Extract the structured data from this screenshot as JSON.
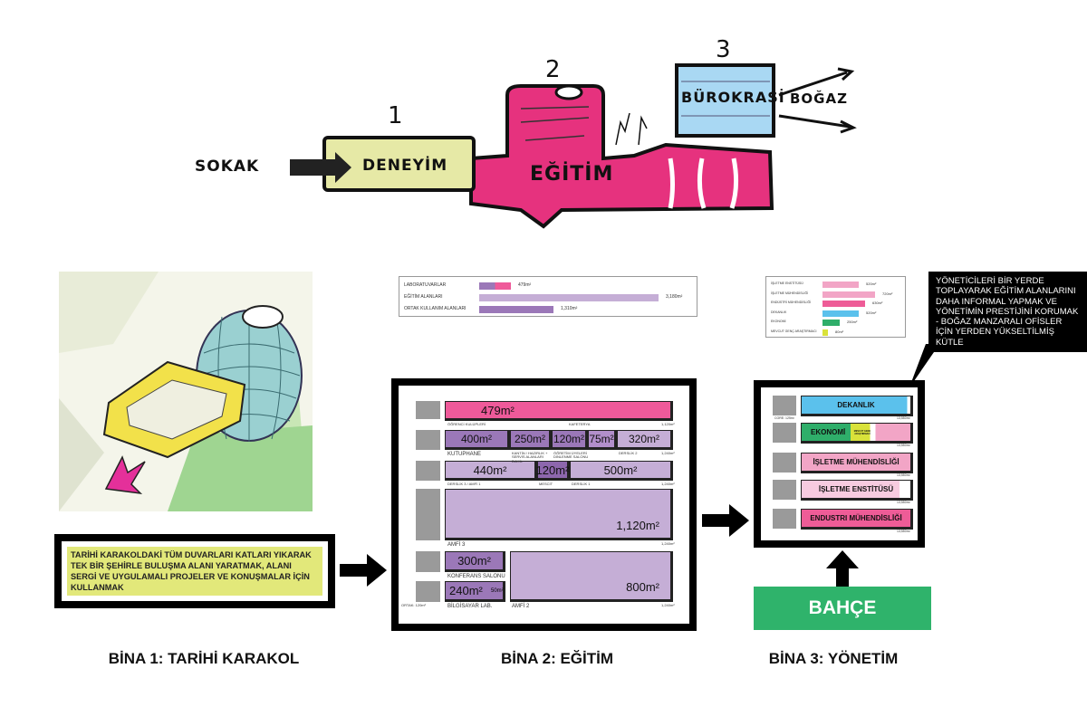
{
  "sketch": {
    "sokak": "SOKAK",
    "num1": "1",
    "num2": "2",
    "num3": "3",
    "deneyim": "DENEYİM",
    "egitim": "EĞİTİM",
    "burokrasi": "BÜROKRASİ",
    "bogaz": "BOĞAZ",
    "colors": {
      "deneyim": "#e6e9a6",
      "egitim": "#e6327e",
      "burokrasi": "#a9d8f3"
    }
  },
  "bina1": {
    "title": "BİNA 1: TARİHİ KARAKOL",
    "caption": "TARİHİ KARAKOLDAKİ TÜM DUVARLARI KATLARI YIKARAK TEK BİR ŞEHİRLE BULUŞMA ALANI YARATMAK, ALANI SERGİ VE UYGULAMALI PROJELER VE KONUŞMALAR İÇİN KULLANMAK",
    "caption_color": "#e2e87a"
  },
  "bina2": {
    "title": "BİNA 2: EĞİTİM",
    "summary": [
      {
        "label": "LABORATUVARLAR",
        "value": "479m²"
      },
      {
        "label": "EĞİTİM ALANLARI",
        "value": "3,180m²"
      },
      {
        "label": "ORTAK KULLANIM ALANLARI",
        "value": "1,310m²"
      }
    ],
    "segments": [
      {
        "area": "479m²",
        "label": "ÖĞRENCİ KULÜPLERİ"
      },
      {
        "area": "",
        "label": "KAFETERYA"
      },
      {
        "area": "400m²",
        "label": "KUTUPHANE"
      },
      {
        "area": "250m²",
        "label": "KANTİN / HAZIRLIK + SERVİS ALANLARI DAHİL"
      },
      {
        "area": "120m²",
        "label": "ÖĞRETİM ÜYELERİ DİNLENME SALONU"
      },
      {
        "area": "75m²",
        "label": ""
      },
      {
        "area": "320m²",
        "label": "DERSLİK 2"
      },
      {
        "area": "440m²",
        "label": "DERSLİK 3 / AMFİ 1"
      },
      {
        "area": "120m²",
        "label": "MESCİT"
      },
      {
        "area": "500m²",
        "label": "DERSLİK 1"
      },
      {
        "area": "1,120m²",
        "label": "AMFİ 3"
      },
      {
        "area": "300m²",
        "label": "KONFERANS SALONU"
      },
      {
        "area": "800m²",
        "label": "AMFİ 2"
      },
      {
        "area": "240m²",
        "label": "BİLGİSAYAR LAB."
      },
      {
        "area": "50m²",
        "label": ""
      }
    ],
    "row_totals": [
      "1,120m²",
      "1,240m²",
      "1,240m²",
      "1,240m²",
      "1,240m²"
    ],
    "core_note": "ORTAK: 120m²"
  },
  "bina3": {
    "title": "BİNA 3: YÖNETİM",
    "summary": [
      {
        "label": "İŞLETME ENSTİTÜSÜ",
        "value": "520m²"
      },
      {
        "label": "İŞLETME MÜHENDİSLİĞİ",
        "value": "720m²"
      },
      {
        "label": "ENDÜSTRİ MÜHENDİSLİĞİ",
        "value": "630m²"
      },
      {
        "label": "DEKANLIK",
        "value": "520m²"
      },
      {
        "label": "EKONOMİ",
        "value": "250m²"
      },
      {
        "label": "MEVCUT GENÇ ARAŞTIRMACI",
        "value": "80m²"
      }
    ],
    "floors": [
      {
        "label": "DEKANLIK",
        "color": "#5bc1ec"
      },
      {
        "label": "EKONOMİ",
        "color": "#2fae6a",
        "sub": "MEVCUT GENÇ ARAŞTIRMACI",
        "sub_color": "#d9e23a",
        "rest_color": "#f2a5c6"
      },
      {
        "label": "İŞLETME MÜHENDİSLİĞİ",
        "color": "#f2a5c6"
      },
      {
        "label": "İŞLETME ENSTİTÜSÜ",
        "color": "#f7cbe0"
      },
      {
        "label": "ENDUSTRI MÜHENDİSLİĞİ",
        "color": "#ee5c97"
      }
    ],
    "floor_total": "13,550m²",
    "core_note": "CORE: 125m²",
    "callout": "YÖNETİCİLERİ BİR YERDE TOPLAYARAK EĞİTİM ALANLARINI DAHA INFORMAL YAPMAK VE YÖNETİMİN PRESTİJİNİ KORUMAK - BOĞAZ MANZARALI OFİSLER İÇİN YERDEN YÜKSELTİLMİŞ KÜTLE",
    "garden": "BAHÇE",
    "garden_color": "#2fb36b"
  }
}
